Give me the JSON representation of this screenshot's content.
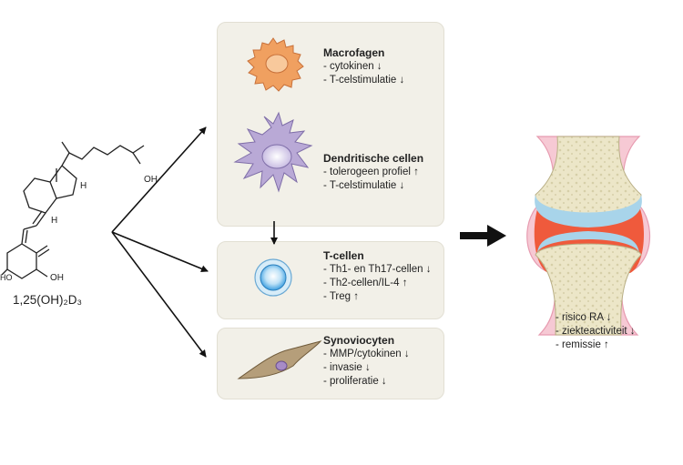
{
  "molecule": {
    "name": "1,25(OH)₂D₃",
    "atoms": {
      "oh_top": "OH",
      "h_top": "H",
      "h_bottom": "H",
      "ho_left": "HO",
      "oh_bottom": "OH"
    }
  },
  "cells": [
    {
      "title": "Macrofagen",
      "lines": [
        "- cytokinen ↓",
        "- T-celstimulatie ↓"
      ]
    },
    {
      "title": "Dendritische cellen",
      "lines": [
        "- tolerogeen profiel ↑",
        "- T-celstimulatie ↓"
      ]
    },
    {
      "title": "T-cellen",
      "lines": [
        "- Th1- en Th17-cellen ↓",
        "- Th2-cellen/IL-4 ↑",
        "- Treg ↑"
      ]
    },
    {
      "title": "Synoviocyten",
      "lines": [
        "- MMP/cytokinen ↓",
        "- invasie ↓",
        "- proliferatie ↓"
      ]
    }
  ],
  "outcomes": [
    "- risico RA ↓",
    "- ziekteactiviteit ↓",
    "- remissie ↑"
  ],
  "colors": {
    "panel": "#f2f0e8",
    "macrophage": "#f0a060",
    "dendritic": "#b9a9d6",
    "tcell": "#3b9ee0",
    "synoviocyte": "#b59e7a",
    "inflammation": "#ef5a3c",
    "cartilage": "#a8d4ea",
    "bone": "#ece6c8"
  }
}
